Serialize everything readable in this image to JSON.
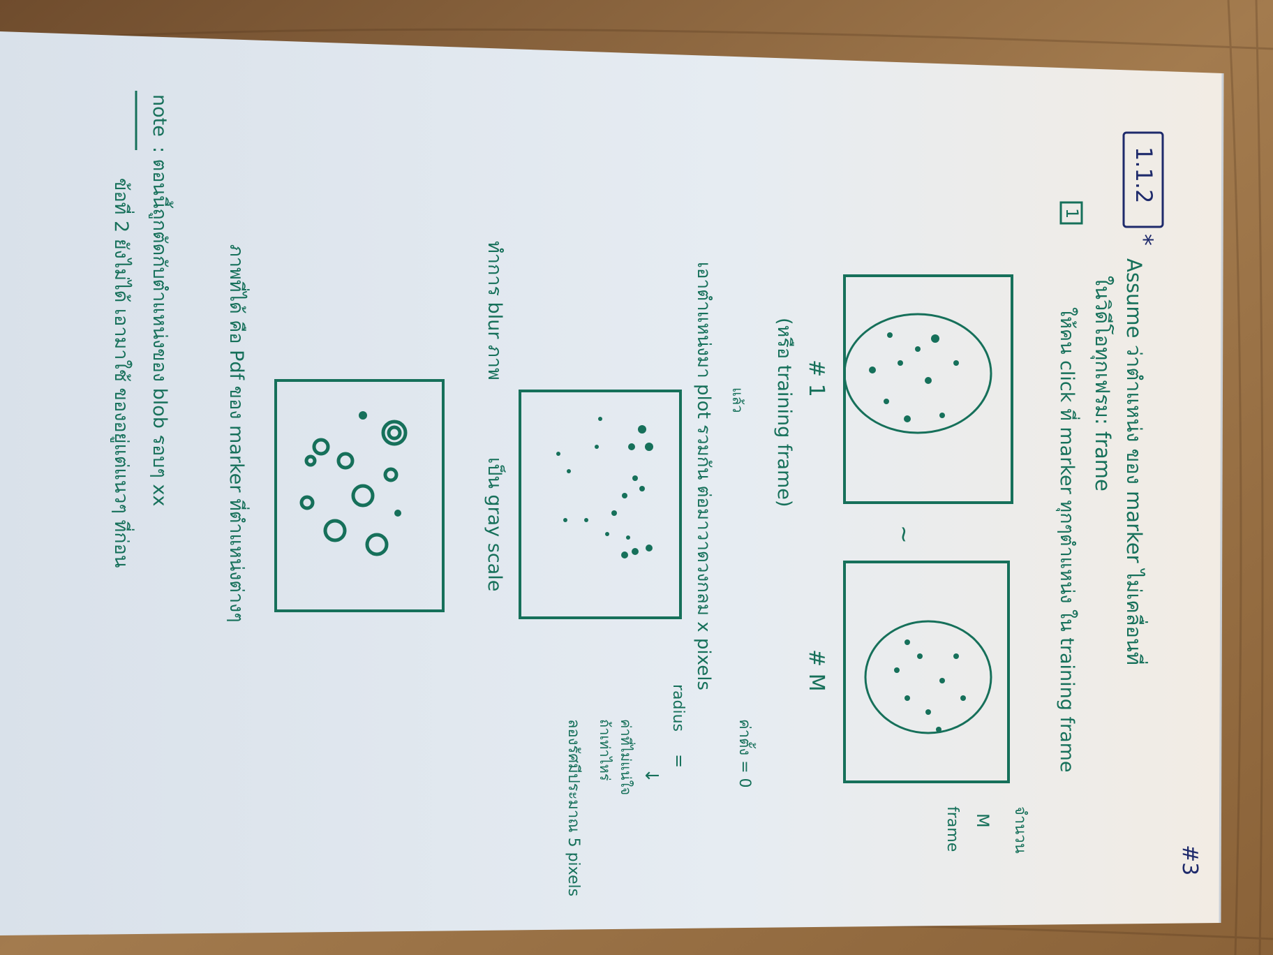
{
  "photo": {
    "subject": "handwritten note page on a wooden table",
    "colors": {
      "wood_light": "#a37b4e",
      "wood_dark": "#6f4c2d",
      "paper": "#e4ebf2",
      "ink_green": "#16705a",
      "ink_navy": "#1e2a6b"
    }
  },
  "note": {
    "page_number": "#3",
    "section_id": "1.1.2",
    "star": "*",
    "assume_line": "Assume ว่าตำแหน่ง ของ marker ไม่เคลื่อนที่",
    "video_line": "ในวิดีโอทุกเฟรม: frame",
    "step_box": "1",
    "step1_line": "ให้คน click ที่ marker ทุกๆตำแหน่ง ใน training frame",
    "count_label_1": "จำนวน",
    "count_label_m": "M",
    "count_label_frame": "frame",
    "frame1_label": "# 1",
    "tilde": "~",
    "frameM_label": "# M",
    "training_paren": "(หรือ training frame)",
    "then_label": "แล้ว",
    "plot_line": "เอาตำแหน่งมา plot รวมกัน ต่อมาวาดวงกลม x pixels",
    "radius_label": "radius",
    "eq_label": "=",
    "zero_label": "ค่าตั้ง = 0",
    "arrow_down": "↓",
    "note_a": "ค่าที่ไม่แน่ใจ",
    "note_b": "ถ้าเท่าไหร่",
    "note_c": "ลองรัศมีประมาณ 5 pixels",
    "blur_line": "ทำการ blur ภาพ",
    "convert_line": "เป็น gray scale",
    "result_line": "ภาพที่ได้ คือ Pdf ของ marker ที่ตำแหน่งต่างๆ",
    "note_label": "note",
    "note_line1": ": ตอนนี้ถูกตัดกับตำแหน่งของ blob รอบๆ xx",
    "note_line2": "ข้อที่ 2 ยังไม่ได้ เอามาใช้ ของอยู่แต่แนวๆ ที่ก่อน"
  }
}
